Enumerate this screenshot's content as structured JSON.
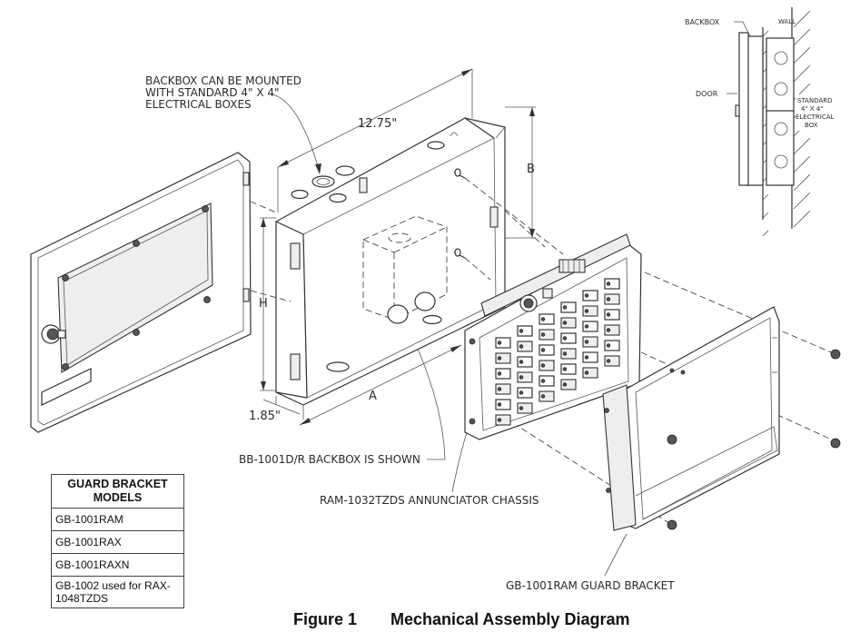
{
  "labels": {
    "backbox_mount_note": [
      "BACKBOX CAN BE MOUNTED",
      "WITH STANDARD 4\" X 4\"",
      "ELECTRICAL BOXES"
    ],
    "dim_width": "12.75\"",
    "dim_b": "B",
    "dim_h": "H",
    "dim_a": "A",
    "dim_depth": "1.85\"",
    "backbox_shown": "BB-1001D/R BACKBOX IS SHOWN",
    "chassis": "RAM-1032TZDS ANNUNCIATOR CHASSIS",
    "guard_bracket": "GB-1001RAM GUARD BRACKET"
  },
  "inset": {
    "backbox": "BACKBOX",
    "wall": "WALL",
    "door": "DOOR",
    "std_box": [
      "STANDARD",
      "4\" X 4\"",
      "ELECTRICAL",
      "BOX"
    ]
  },
  "table": {
    "header": "GUARD BRACKET MODELS",
    "rows": [
      "GB-1001RAM",
      "GB-1001RAX",
      "GB-1001RAXN",
      "GB-1002 used for RAX-1048TZDS"
    ]
  },
  "caption": {
    "number": "Figure 1",
    "title": "Mechanical Assembly Diagram"
  }
}
